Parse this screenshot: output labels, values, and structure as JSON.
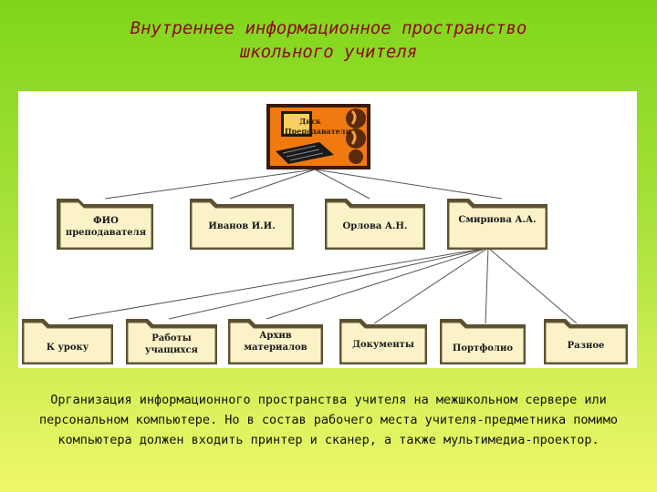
{
  "title": {
    "line1": "Внутреннее информационное пространство",
    "line2": "школьного учителя"
  },
  "root": {
    "label": "Диск Преподавателя"
  },
  "level1": [
    {
      "label": "ФИО преподавателя"
    },
    {
      "label": "Иванов И.И."
    },
    {
      "label": "Орлова А.Н."
    },
    {
      "label": "Смирнова А.А."
    }
  ],
  "level2": [
    {
      "label": "К уроку"
    },
    {
      "label": "Работы учащихся"
    },
    {
      "label": "Архив материалов"
    },
    {
      "label": "Документы"
    },
    {
      "label": "Портфолио"
    },
    {
      "label": "Разное"
    }
  ],
  "description": "Организация информационного пространства учителя на межшкольном сервере или персональном компьютере. Но в состав рабочего места учителя-предметника помимо компьютера должен входить принтер и сканер, а также мультимедиа-проектор.",
  "colors": {
    "title": "#8b0a1a",
    "folder": "#fbf2c8",
    "folder_border": "#6a6040",
    "root_bg": "#f07a10"
  }
}
